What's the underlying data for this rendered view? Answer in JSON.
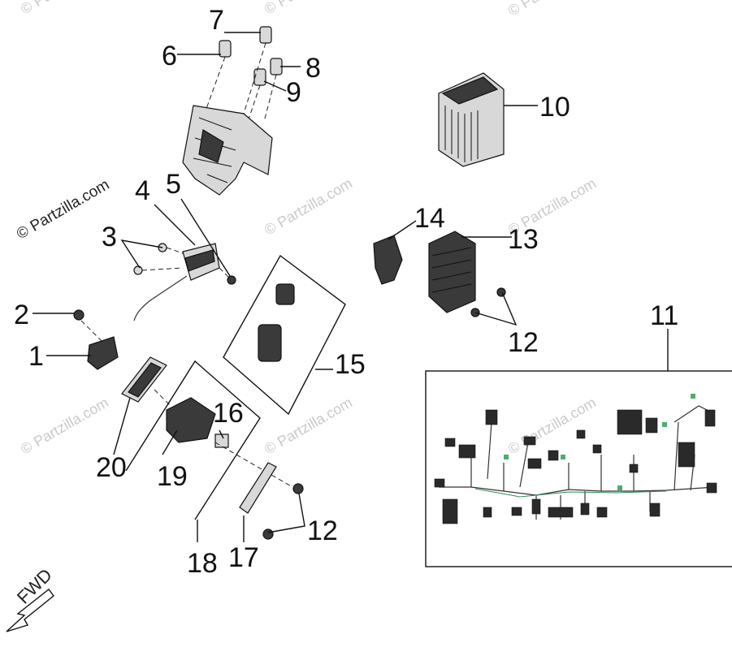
{
  "watermark": {
    "main": "© Partzilla.com",
    "repeat": "© Partzilla.com"
  },
  "callouts": [
    "1",
    "2",
    "3",
    "4",
    "5",
    "6",
    "7",
    "8",
    "9",
    "10",
    "11",
    "12",
    "12",
    "13",
    "14",
    "15",
    "16",
    "17",
    "18",
    "19",
    "20"
  ],
  "direction_label": "FWD"
}
